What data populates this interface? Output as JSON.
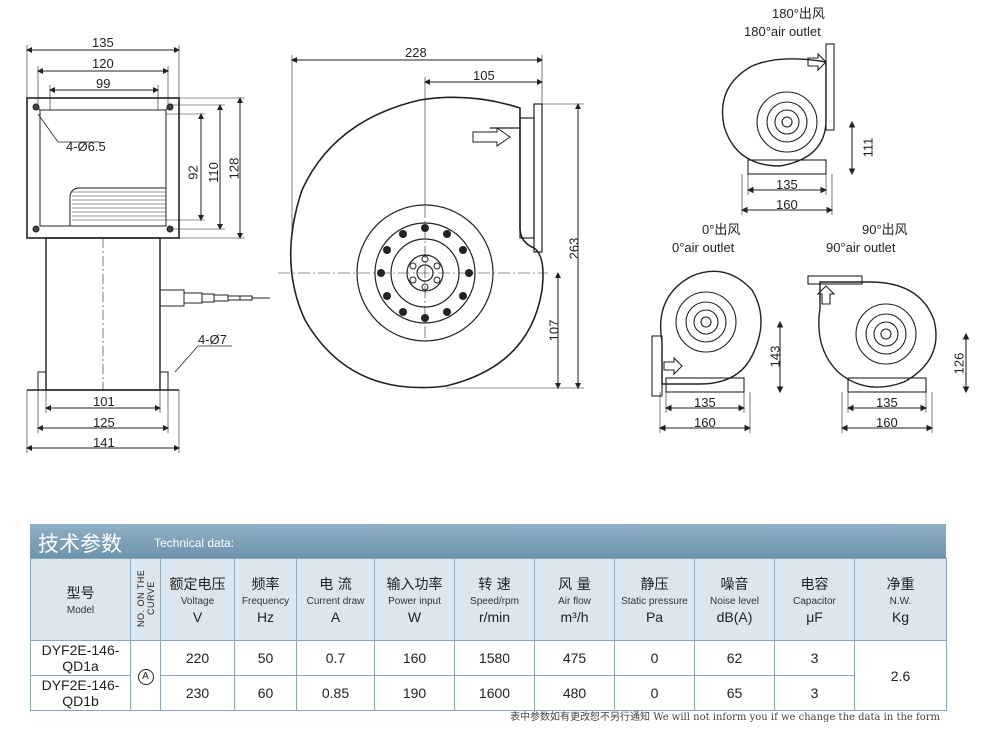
{
  "drawing": {
    "front": {
      "dims": [
        "135",
        "120",
        "99",
        "4-Ø6.5",
        "92",
        "110",
        "128",
        "4-Ø7",
        "101",
        "125",
        "141"
      ]
    },
    "side": {
      "dims": [
        "228",
        "105",
        "263",
        "107"
      ]
    },
    "outlet180": {
      "title_cn": "180°出风",
      "title_en": "180°air outlet",
      "dims": [
        "111",
        "135",
        "160"
      ]
    },
    "outlet0": {
      "title_cn": "0°出风",
      "title_en": "0°air outlet",
      "dims": [
        "143",
        "135",
        "160"
      ]
    },
    "outlet90": {
      "title_cn": "90°出风",
      "title_en": "90°air outlet",
      "dims": [
        "126",
        "135",
        "160"
      ]
    }
  },
  "tech": {
    "title_cn": "技术参数",
    "title_en": "Technical data:",
    "headers": {
      "model": {
        "cn": "型号",
        "en": "Model"
      },
      "curve": "NO. ON THE CURVE",
      "voltage": {
        "cn": "额定电压",
        "en": "Voltage",
        "unit": "V"
      },
      "frequency": {
        "cn": "频率",
        "en": "Frequency",
        "unit": "Hz"
      },
      "current": {
        "cn": "电 流",
        "en": "Current draw",
        "unit": "A"
      },
      "power": {
        "cn": "输入功率",
        "en": "Power input",
        "unit": "W"
      },
      "speed": {
        "cn": "转 速",
        "en": "Speed/rpm",
        "unit": "r/min"
      },
      "airflow": {
        "cn": "风 量",
        "en": "Air flow",
        "unit": "m³/h"
      },
      "pressure": {
        "cn": "静压",
        "en": "Static pressure",
        "unit": "Pa"
      },
      "noise": {
        "cn": "噪音",
        "en": "Noise level",
        "unit": "dB(A)"
      },
      "capacitor": {
        "cn": "电容",
        "en": "Capacitor",
        "unit": "μF"
      },
      "weight": {
        "cn": "净重",
        "en": "N.W.",
        "unit": "Kg"
      }
    },
    "curve_label": "A",
    "weight": "2.6",
    "rows": [
      {
        "model": "DYF2E-146-QD1a",
        "voltage": "220",
        "frequency": "50",
        "current": "0.7",
        "power": "160",
        "speed": "1580",
        "airflow": "475",
        "pressure": "0",
        "noise": "62",
        "capacitor": "3"
      },
      {
        "model": "DYF2E-146-QD1b",
        "voltage": "230",
        "frequency": "60",
        "current": "0.85",
        "power": "190",
        "speed": "1600",
        "airflow": "480",
        "pressure": "0",
        "noise": "65",
        "capacitor": "3"
      }
    ],
    "footnote": "表中参数如有更改恕不另行通知 We will not inform you if we change the data in the form"
  }
}
